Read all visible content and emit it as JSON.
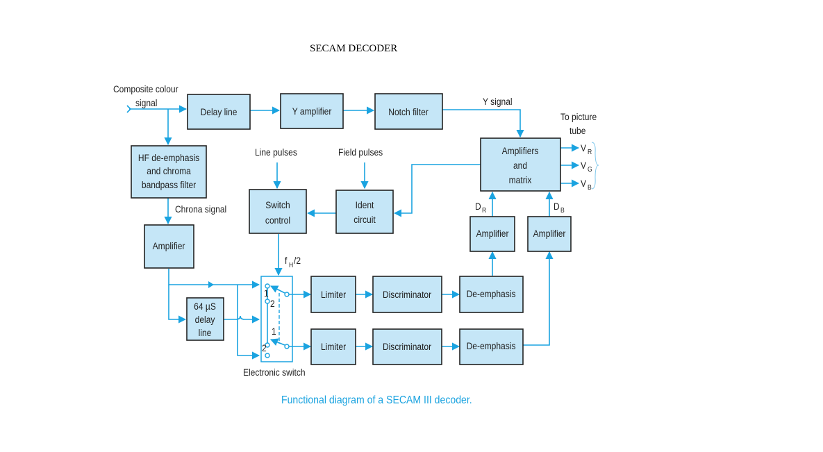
{
  "title": "SECAM DECODER",
  "caption": "Functional diagram of a SECAM III decoder.",
  "colors": {
    "accent": "#1aa3e0",
    "block_fill": "#c5e6f7",
    "block_border": "#222222"
  },
  "blocks": {
    "delay_line": [
      "Delay line"
    ],
    "y_amplifier": [
      "Y amplifier"
    ],
    "notch_filter": [
      "Notch filter"
    ],
    "hf_filter": [
      "HF de-emphasis",
      "and chroma",
      "bandpass filter"
    ],
    "amplifier_chroma": [
      "Amplifier"
    ],
    "switch_control": [
      "Switch",
      "control"
    ],
    "ident_circuit": [
      "Ident",
      "circuit"
    ],
    "amp_matrix": [
      "Amplifiers",
      "and",
      "matrix"
    ],
    "amplifier_dr": [
      "Amplifier"
    ],
    "amplifier_db": [
      "Amplifier"
    ],
    "delay_64": [
      "64 µS",
      "delay",
      "line"
    ],
    "limiter_1": [
      "Limiter"
    ],
    "limiter_2": [
      "Limiter"
    ],
    "discriminator_1": [
      "Discriminator"
    ],
    "discriminator_2": [
      "Discriminator"
    ],
    "deemphasis_1": [
      "De-emphasis"
    ],
    "deemphasis_2": [
      "De-emphasis"
    ]
  },
  "labels": {
    "composite_1": "Composite colour",
    "composite_2": "signal",
    "y_signal": "Y signal",
    "to_picture_1": "To picture",
    "to_picture_2": "tube",
    "line_pulses": "Line pulses",
    "field_pulses": "Field pulses",
    "chroma_signal": "Chrona signal",
    "fh2_main": "f",
    "fh2_sub": "H",
    "fh2_tail": "/2",
    "electronic_switch": "Electronic switch",
    "v": "V",
    "vr_sub": "R",
    "vg_sub": "G",
    "vb_sub": "B",
    "d": "D",
    "dr_sub": "R",
    "db_sub": "B",
    "sw_1a": "1",
    "sw_2a": "2",
    "sw_1b": "1",
    "sw_2b": "2"
  }
}
